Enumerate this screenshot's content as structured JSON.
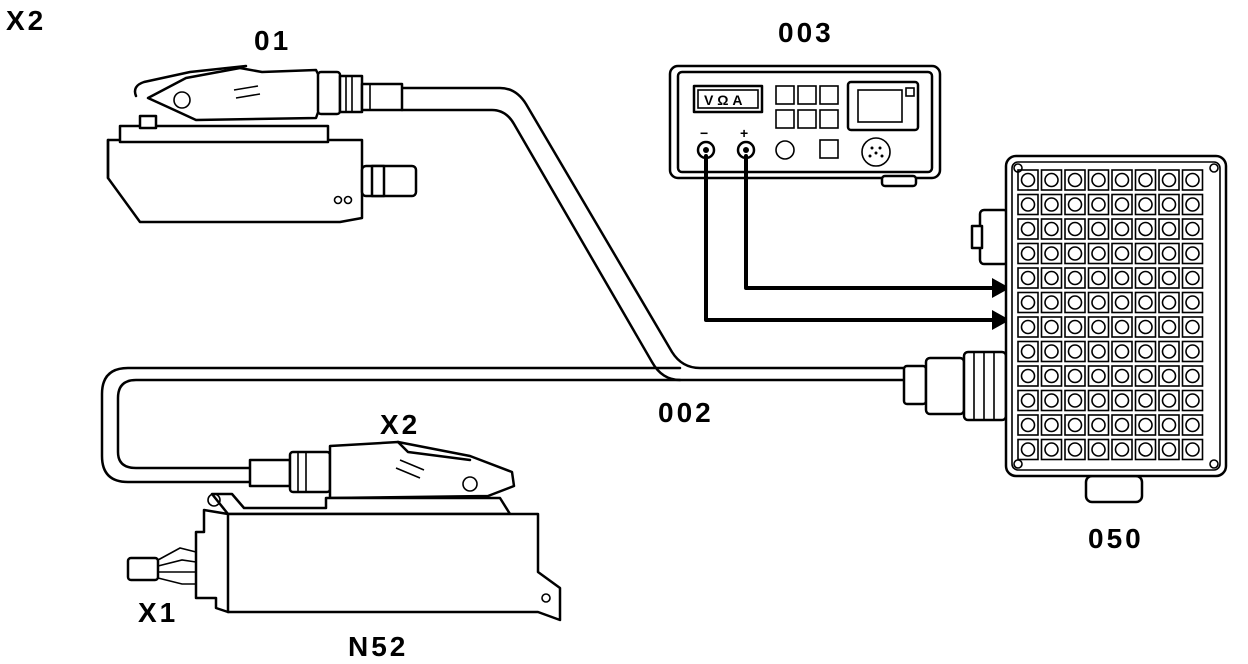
{
  "labels": {
    "top_left": "X2",
    "adapter_01": "01",
    "multimeter": "003",
    "cable": "002",
    "breakout_box": "050",
    "connector_x2": "X2",
    "connector_x1": "X1",
    "module": "N52"
  },
  "multimeter": {
    "display": "V Ω A",
    "minus": "−",
    "plus": "+"
  },
  "breakout_box": {
    "rows": 12,
    "cols": 8
  },
  "colors": {
    "ink": "#000000",
    "paper": "#ffffff"
  }
}
